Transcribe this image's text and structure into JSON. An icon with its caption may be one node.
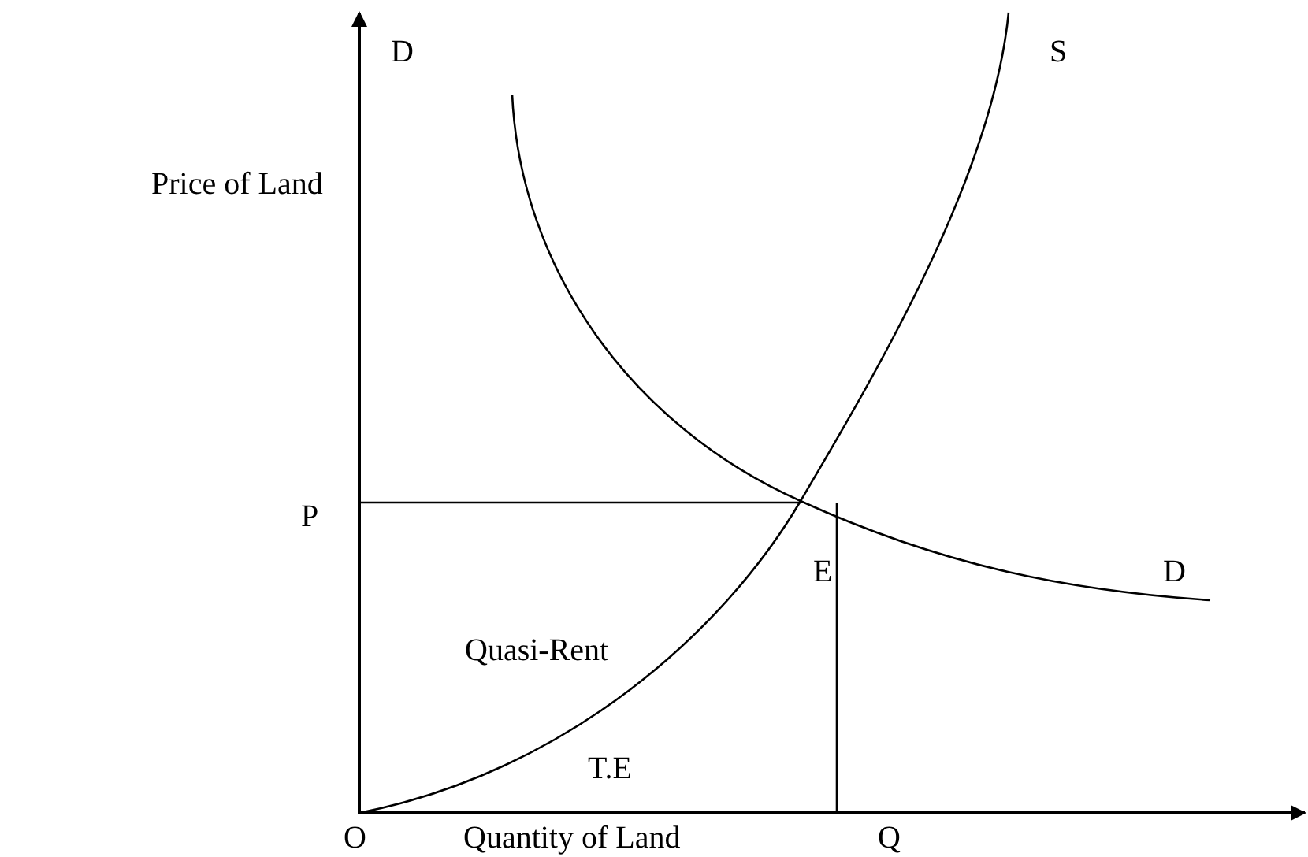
{
  "diagram": {
    "labels": [
      "D",
      "S",
      "Price of Land",
      "P",
      "E",
      "D",
      "Quasi-Rent",
      "T.E",
      "O",
      "Quantity of Land",
      "Q"
    ]
  }
}
